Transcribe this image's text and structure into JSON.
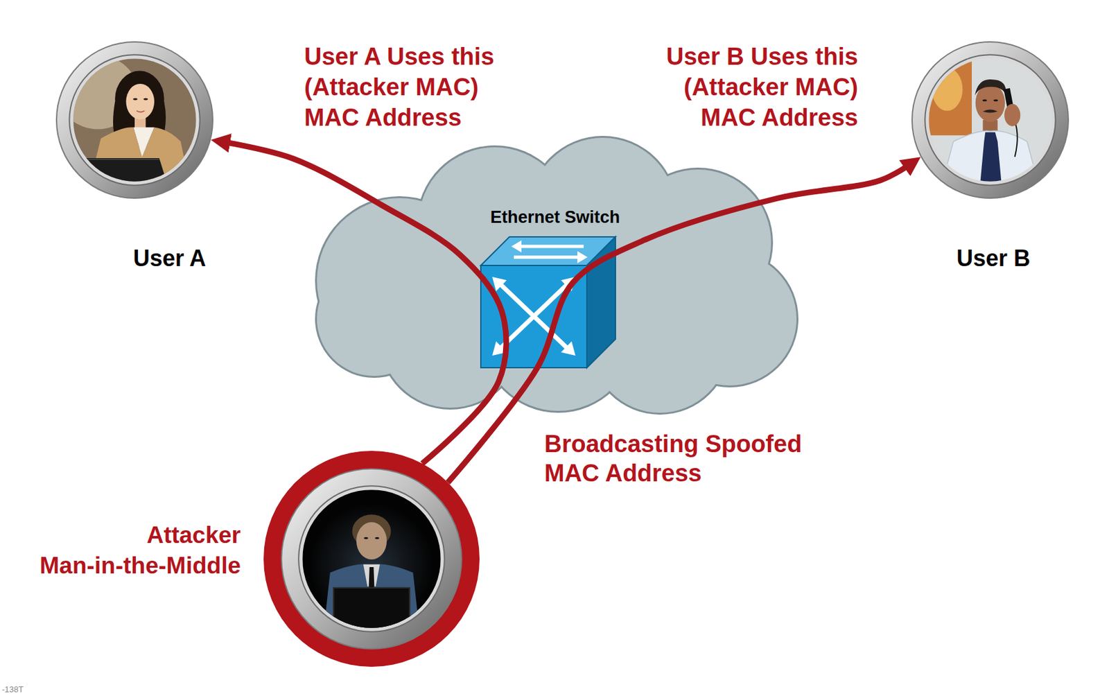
{
  "diagram": {
    "nodes": [
      {
        "text": [
          "User A"
        ]
      },
      {
        "text": [
          "Ethernet Switch"
        ]
      },
      {
        "text": [
          "User B"
        ]
      },
      {
        "text": [
          "Attacker Man-in-the-Middle"
        ]
      }
    ],
    "edges": [
      {
        "from": 3,
        "to": 0,
        "arrow": "to"
      },
      {
        "from": 3,
        "to": 2,
        "arrow": "to"
      }
    ],
    "labels": [
      "User A Uses this (Attacker MAC) MAC Address",
      "User B Uses this (Attacker MAC) MAC Address",
      "Broadcasting Spoofed MAC Address",
      "-138T"
    ]
  }
}
